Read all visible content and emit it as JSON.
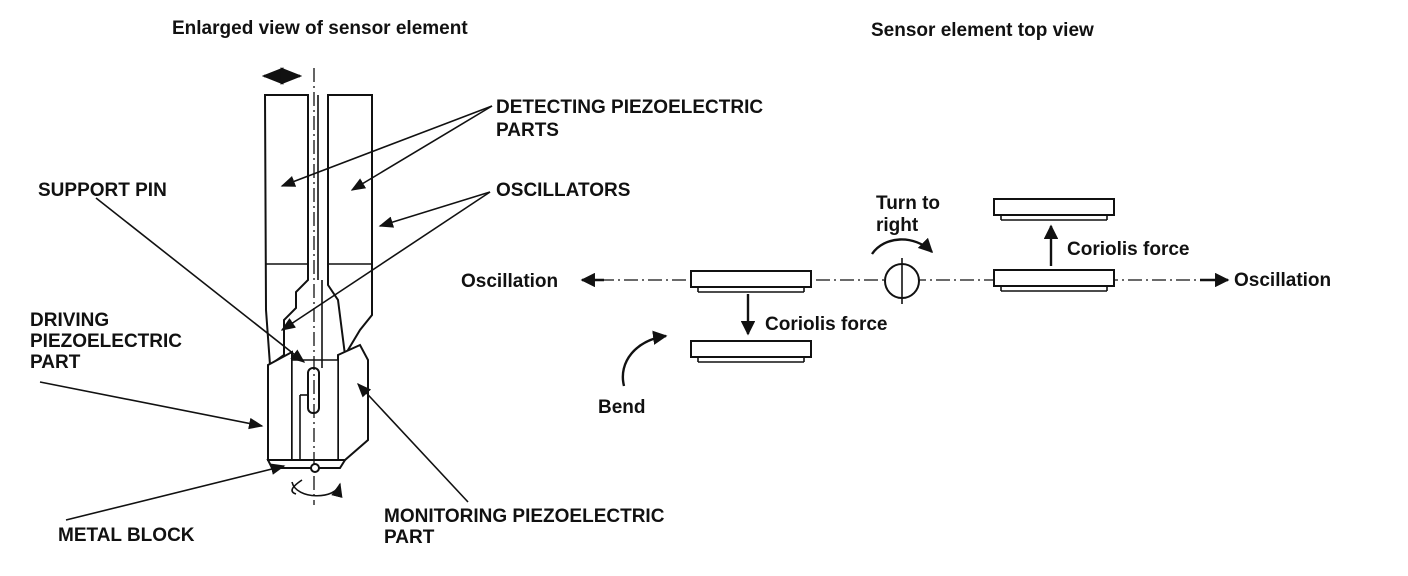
{
  "left_view": {
    "title": "Enlarged view of sensor element",
    "labels": {
      "detecting_line1": "DETECTING PIEZOELECTRIC",
      "detecting_line2": "PARTS",
      "oscillators": "OSCILLATORS",
      "support_pin": "SUPPORT PIN",
      "driving_line1": "DRIVING",
      "driving_line2": "PIEZOELECTRIC",
      "driving_line3": "PART",
      "metal_block": "METAL BLOCK",
      "monitoring_line1": "MONITORING PIEZOELECTRIC",
      "monitoring_line2": "PART"
    }
  },
  "right_view": {
    "title": "Sensor element top view",
    "labels": {
      "oscillation_left": "Oscillation",
      "oscillation_right": "Oscillation",
      "coriolis_lower": "Coriolis force",
      "coriolis_upper": "Coriolis force",
      "turn_line1": "Turn to",
      "turn_line2": "right",
      "bend": "Bend"
    }
  },
  "colors": {
    "ink": "#111111",
    "background": "#ffffff"
  }
}
